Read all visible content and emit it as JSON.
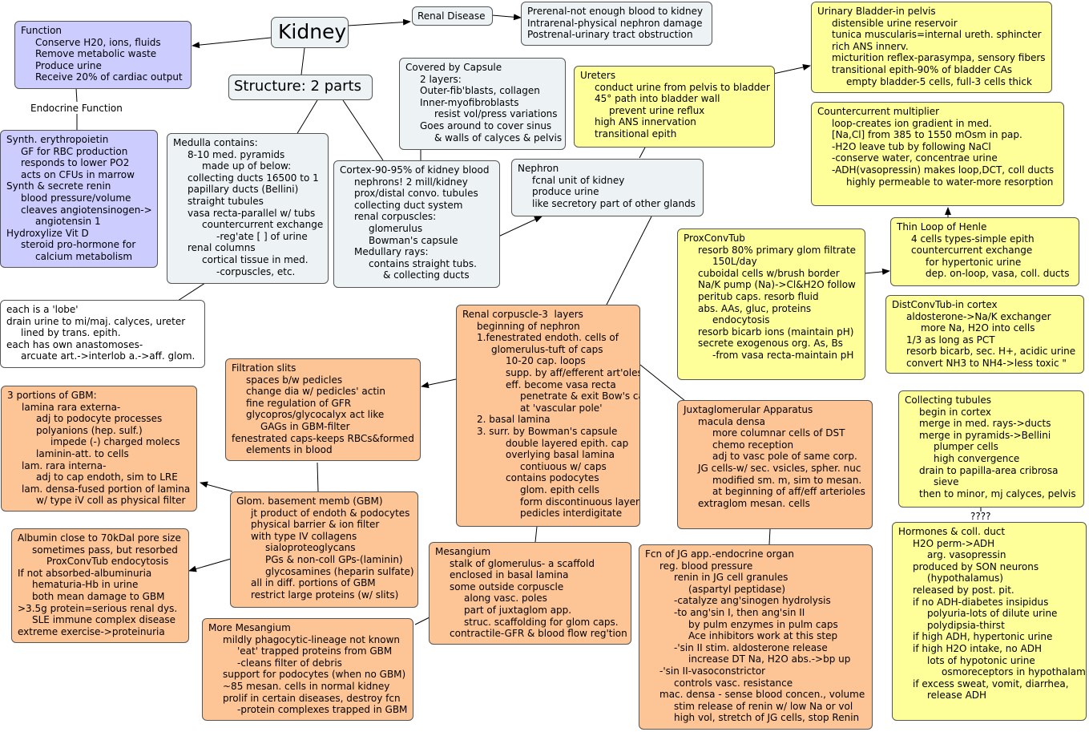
{
  "colors": {
    "blue": "#ccccff",
    "gray": "#edf2f4",
    "orange": "#fdc596",
    "yellow": "#ffff9a"
  },
  "map": {
    "title": "Kidney",
    "structure": "Structure: 2 parts",
    "renal_disease": "Renal Disease",
    "endocrine_label": "Endocrine Function",
    "question_label": "????",
    "nodes": {
      "function": [
        {
          "t": "Function",
          "i": 0
        },
        {
          "t": "Conserve H20, ions, fluids",
          "i": 1
        },
        {
          "t": "Remove metabolic waste",
          "i": 1
        },
        {
          "t": "Produce urine",
          "i": 1
        },
        {
          "t": "Receive 20% of cardiac output",
          "i": 1
        }
      ],
      "endocrine": [
        {
          "t": "Synth. erythropoietin",
          "i": 0
        },
        {
          "t": "GF for RBC production",
          "i": 1
        },
        {
          "t": "responds to lower PO2",
          "i": 1
        },
        {
          "t": "acts on CFUs in marrow",
          "i": 1
        },
        {
          "t": "Synth & secrete renin",
          "i": 0
        },
        {
          "t": "blood pressure/volume",
          "i": 1
        },
        {
          "t": "cleaves angiotensinogen->",
          "i": 1
        },
        {
          "t": "angiotensin 1",
          "i": 2
        },
        {
          "t": "Hydroxylize Vit D",
          "i": 0
        },
        {
          "t": "steroid pro-hormone for",
          "i": 1
        },
        {
          "t": "calcium metabolism",
          "i": 2
        }
      ],
      "renal_disease_detail": [
        {
          "t": "Prerenal-not enough blood to kidney",
          "i": 0
        },
        {
          "t": "Intrarenal-physical nephron damage",
          "i": 0
        },
        {
          "t": "Postrenal-urinary tract obstruction",
          "i": 0
        }
      ],
      "capsule": [
        {
          "t": "Covered by Capsule",
          "i": 0
        },
        {
          "t": "2 layers:",
          "i": 1
        },
        {
          "t": "Outer-fib'blasts, collagen",
          "i": 1
        },
        {
          "t": "Inner-myofibroblasts",
          "i": 1
        },
        {
          "t": "resist vol/press variations",
          "i": 2
        },
        {
          "t": "Goes around to cover sinus",
          "i": 1
        },
        {
          "t": "& walls of calyces & pelvis",
          "i": 2
        }
      ],
      "medulla": [
        {
          "t": "Medulla contains:",
          "i": 0
        },
        {
          "t": "8-10 med. pyramids",
          "i": 1
        },
        {
          "t": "made up of below:",
          "i": 2
        },
        {
          "t": "collecting ducts 16500 to 1",
          "i": 1
        },
        {
          "t": "papillary ducts (Bellini)",
          "i": 1
        },
        {
          "t": "straight tubules",
          "i": 1
        },
        {
          "t": "vasa recta-parallel w/ tubs",
          "i": 1
        },
        {
          "t": "countercurrent exchange",
          "i": 2
        },
        {
          "t": "-reg'ate [ ] of urine",
          "i": 3
        },
        {
          "t": "renal columns",
          "i": 1
        },
        {
          "t": "cortical tissue in med.",
          "i": 2
        },
        {
          "t": "-corpuscles, etc.",
          "i": 3
        }
      ],
      "cortex": [
        {
          "t": "Cortex-90-95% of kidney blood",
          "i": 0
        },
        {
          "t": "nephrons! 2 mill/kidney",
          "i": 1
        },
        {
          "t": "prox/distal convo. tubules",
          "i": 1
        },
        {
          "t": "collecting duct system",
          "i": 1
        },
        {
          "t": "renal corpuscles:",
          "i": 1
        },
        {
          "t": "glomerulus",
          "i": 2
        },
        {
          "t": "Bowman's capsule",
          "i": 2
        },
        {
          "t": "Medullary rays:",
          "i": 1
        },
        {
          "t": "contains straight tubs.",
          "i": 2
        },
        {
          "t": "& collecting ducts",
          "i": 3
        }
      ],
      "lobe": [
        {
          "t": "each is a 'lobe'",
          "i": 0
        },
        {
          "t": "drain urine to mi/maj. calyces, ureter",
          "i": 0
        },
        {
          "t": "lined by trans. epith.",
          "i": 1
        },
        {
          "t": "each has own anastomoses-",
          "i": 0
        },
        {
          "t": "arcuate art.->interlob a.->aff. glom.",
          "i": 1
        }
      ],
      "ureters": [
        {
          "t": "Ureters",
          "i": 0
        },
        {
          "t": "conduct urine from pelvis to bladder",
          "i": 1
        },
        {
          "t": "45° path into bladder wall",
          "i": 1
        },
        {
          "t": "prevent urine reflux",
          "i": 2
        },
        {
          "t": "high ANS innervation",
          "i": 1
        },
        {
          "t": "transitional epith",
          "i": 1
        }
      ],
      "bladder": [
        {
          "t": "Urinary Bladder-in pelvis",
          "i": 0
        },
        {
          "t": "distensible urine reservoir",
          "i": 1
        },
        {
          "t": "tunica muscularis=internal ureth. sphincter",
          "i": 1
        },
        {
          "t": "rich ANS innerv.",
          "i": 1
        },
        {
          "t": "micturition reflex-parasympa, sensory fibers",
          "i": 1
        },
        {
          "t": "transitional epith-90% of bladder CAs",
          "i": 1
        },
        {
          "t": "empty bladder-5 cells, full-3 cells thick",
          "i": 2
        }
      ],
      "countercurrent": [
        {
          "t": "Countercurrent multiplier",
          "i": 0
        },
        {
          "t": "loop-creates ion gradient in med.",
          "i": 1
        },
        {
          "t": "[Na,Cl] from 385 to 1550 mOsm in pap.",
          "i": 1
        },
        {
          "t": "-H2O leave tub by following NaCl",
          "i": 1
        },
        {
          "t": "-conserve water, concentrae urine",
          "i": 1
        },
        {
          "t": "-ADH(vasopressin) makes loop,DCT, coll ducts",
          "i": 1
        },
        {
          "t": "highly permeable to water-more resorption",
          "i": 2
        }
      ],
      "nephron": [
        {
          "t": "Nephron",
          "i": 0
        },
        {
          "t": "fcnal unit of kidney",
          "i": 1
        },
        {
          "t": "produce urine",
          "i": 1
        },
        {
          "t": "like secretory part of other glands",
          "i": 1
        }
      ],
      "proxconv": [
        {
          "t": "ProxConvTub",
          "i": 0
        },
        {
          "t": "resorb 80% primary glom filtrate",
          "i": 1
        },
        {
          "t": "150L/day",
          "i": 2
        },
        {
          "t": "cuboidal cells w/brush border",
          "i": 1
        },
        {
          "t": "Na/K pump (Na)->Cl&H2O follow",
          "i": 1
        },
        {
          "t": "peritub caps. resorb fluid",
          "i": 1
        },
        {
          "t": "abs. AAs, gluc, proteins",
          "i": 1
        },
        {
          "t": "endocytosis",
          "i": 2
        },
        {
          "t": "resorb bicarb ions (maintain pH)",
          "i": 1
        },
        {
          "t": "secrete exogenous org. As, Bs",
          "i": 1
        },
        {
          "t": "-from vasa recta-maintain pH",
          "i": 2
        }
      ],
      "thinloop": [
        {
          "t": "Thin Loop of Henle",
          "i": 0
        },
        {
          "t": "4 cells types-simple epith",
          "i": 1
        },
        {
          "t": "countercurrent exchange",
          "i": 1
        },
        {
          "t": "for hypertonic urine",
          "i": 2
        },
        {
          "t": "dep. on-loop, vasa, coll. ducts",
          "i": 2
        }
      ],
      "distconv": [
        {
          "t": "DistConvTub-in cortex",
          "i": 0
        },
        {
          "t": "aldosterone->Na/K exchanger",
          "i": 1
        },
        {
          "t": "more Na, H2O into cells",
          "i": 2
        },
        {
          "t": "1/3 as long as PCT",
          "i": 1
        },
        {
          "t": "resorb bicarb, sec. H+, acidic urine",
          "i": 1
        },
        {
          "t": "convert NH3 to NH4->less toxic \"",
          "i": 1
        }
      ],
      "collecting": [
        {
          "t": "Collecting tubules",
          "i": 0
        },
        {
          "t": "begin in cortex",
          "i": 1
        },
        {
          "t": "merge in med. rays->ducts",
          "i": 1
        },
        {
          "t": "merge in pyramids->Bellini",
          "i": 1
        },
        {
          "t": "plumper cells",
          "i": 2
        },
        {
          "t": "high convergence",
          "i": 2
        },
        {
          "t": "drain to papilla-area cribrosa",
          "i": 1
        },
        {
          "t": "sieve",
          "i": 2
        },
        {
          "t": "then to minor, mj calyces, pelvis",
          "i": 1
        }
      ],
      "hormones": [
        {
          "t": "Hormones & coll. duct",
          "i": 0
        },
        {
          "t": "H2O perm->ADH",
          "i": 1
        },
        {
          "t": "arg. vasopressin",
          "i": 2
        },
        {
          "t": "produced by SON neurons",
          "i": 1
        },
        {
          "t": "(hypothalamus)",
          "i": 2
        },
        {
          "t": "released by post. pit.",
          "i": 1
        },
        {
          "t": "if no ADH-diabetes insipidus",
          "i": 1
        },
        {
          "t": "polyuria-lots of dilute urine",
          "i": 2
        },
        {
          "t": "polydipsia-thirst",
          "i": 2
        },
        {
          "t": "if high ADH, hypertonic urine",
          "i": 1
        },
        {
          "t": "if high H2O intake, no ADH",
          "i": 1
        },
        {
          "t": "lots of hypotonic urine",
          "i": 2
        },
        {
          "t": "osmoreceptors in hypothalamus",
          "i": 3
        },
        {
          "t": "if excess sweat, vomit, diarrhea,",
          "i": 1
        },
        {
          "t": "release ADH",
          "i": 2
        }
      ],
      "corpuscle": [
        {
          "t": "Renal corpuscle-3  layers",
          "i": 0
        },
        {
          "t": "beginning of nephron",
          "i": 1
        },
        {
          "t": "1.fenestrated endoth. cells of",
          "i": 1
        },
        {
          "t": "glomerulus-tuft of caps",
          "i": 2
        },
        {
          "t": "10-20 cap. loops",
          "i": 3
        },
        {
          "t": "supp. by aff/efferent art'oles",
          "i": 3
        },
        {
          "t": "eff. become vasa recta",
          "i": 3
        },
        {
          "t": "penetrate & exit Bow's cap",
          "i": 4
        },
        {
          "t": "at 'vascular pole'",
          "i": 4
        },
        {
          "t": "2. basal lamina",
          "i": 1
        },
        {
          "t": "3. surr. by Bowman's capsule",
          "i": 1
        },
        {
          "t": "double layered epith. cap",
          "i": 3
        },
        {
          "t": "overlying basal lamina",
          "i": 3
        },
        {
          "t": "contiuous w/ caps",
          "i": 4
        },
        {
          "t": "contains podocytes",
          "i": 3
        },
        {
          "t": "glom. epith cells",
          "i": 4
        },
        {
          "t": "form discontinuous layer",
          "i": 4
        },
        {
          "t": "pedicles interdigitate",
          "i": 4
        }
      ],
      "filtration": [
        {
          "t": "Filtration slits",
          "i": 0
        },
        {
          "t": "spaces b/w pedicles",
          "i": 1
        },
        {
          "t": "change dia w/ pedicles' actin",
          "i": 1
        },
        {
          "t": "fine regulation of GFR",
          "i": 1
        },
        {
          "t": "glycopros/glycocalyx act like",
          "i": 1
        },
        {
          "t": "GAGs in GBM-filter",
          "i": 2
        },
        {
          "t": "fenestrated caps-keeps RBCs&formed",
          "i": 0
        },
        {
          "t": "elements in blood",
          "i": 1
        }
      ],
      "gbm3": [
        {
          "t": "3 portions of GBM:",
          "i": 0
        },
        {
          "t": "lamina rara externa-",
          "i": 1
        },
        {
          "t": "adj to podocyte processes",
          "i": 2
        },
        {
          "t": "polyanions (hep. sulf.)",
          "i": 2
        },
        {
          "t": "impede (-) charged molecs",
          "i": 3
        },
        {
          "t": "laminin-att. to cells",
          "i": 2
        },
        {
          "t": "lam. rara interna-",
          "i": 1
        },
        {
          "t": "adj to cap endoth, sim to LRE",
          "i": 2
        },
        {
          "t": "lam. densa-fused portion of lamina",
          "i": 1
        },
        {
          "t": "w/ type iV coll as physical filter",
          "i": 2
        }
      ],
      "gbm": [
        {
          "t": "Glom. basement memb (GBM)",
          "i": 0
        },
        {
          "t": "jt product of endoth & podocytes",
          "i": 1
        },
        {
          "t": "physical barrier & ion filter",
          "i": 1
        },
        {
          "t": "with type IV collagens",
          "i": 1
        },
        {
          "t": "sialoproteoglycans",
          "i": 2
        },
        {
          "t": "PGs & non-coll GPs-(laminin)",
          "i": 2
        },
        {
          "t": "glycosamines (heparin sulfate)",
          "i": 2
        },
        {
          "t": "all in diff. portions of GBM",
          "i": 1
        },
        {
          "t": "restrict large proteins (w/ slits)",
          "i": 1
        }
      ],
      "albumin": [
        {
          "t": "Albumin close to 70kDal pore size",
          "i": 0
        },
        {
          "t": "sometimes pass, but resorbed",
          "i": 1
        },
        {
          "t": "ProxConvTub endocytosis",
          "i": 2
        },
        {
          "t": "If not absorbed-albuminuria",
          "i": 0
        },
        {
          "t": "hematuria-Hb in urine",
          "i": 1
        },
        {
          "t": "both mean damage to GBM",
          "i": 1
        },
        {
          "t": ">3.5g protein=serious renal dys.",
          "i": 0
        },
        {
          "t": "SLE immune complex disease",
          "i": 1
        },
        {
          "t": "extreme exercise->proteinuria",
          "i": 0
        }
      ],
      "mesangium": [
        {
          "t": "Mesangium",
          "i": 0
        },
        {
          "t": "stalk of glomerulus- a scaffold",
          "i": 1
        },
        {
          "t": "enclosed in basal lamina",
          "i": 1
        },
        {
          "t": "some outside corpuscle",
          "i": 1
        },
        {
          "t": "along vasc. poles",
          "i": 2
        },
        {
          "t": "part of juxtaglom app.",
          "i": 2
        },
        {
          "t": "struc. scaffolding for glom caps.",
          "i": 2
        },
        {
          "t": "contractile-GFR & blood flow reg'tion",
          "i": 1
        }
      ],
      "more_mesangium": [
        {
          "t": "More Mesangium",
          "i": 0
        },
        {
          "t": "mildly phagocytic-lineage not known",
          "i": 1
        },
        {
          "t": "'eat' trapped proteins from GBM",
          "i": 2
        },
        {
          "t": "-cleans filter of debris",
          "i": 2
        },
        {
          "t": "support for podocytes (when no GBM)",
          "i": 1
        },
        {
          "t": "~85 mesan. cells in normal kidney",
          "i": 1
        },
        {
          "t": "prolif in certain diseases, destroy fcn",
          "i": 1
        },
        {
          "t": "-protein complexes trapped in GBM",
          "i": 2
        }
      ],
      "juxta": [
        {
          "t": "Juxtaglomerular Apparatus",
          "i": 0
        },
        {
          "t": "macula densa",
          "i": 1
        },
        {
          "t": "more columnar cells of DST",
          "i": 2
        },
        {
          "t": "chemo reception",
          "i": 2
        },
        {
          "t": "adj to vasc pole of same corp.",
          "i": 2
        },
        {
          "t": "JG cells-w/ sec. vsicles, spher. nuc",
          "i": 1
        },
        {
          "t": "modified sm. m, sim to mesan.",
          "i": 2
        },
        {
          "t": "at beginning of aff/eff arterioles",
          "i": 2
        },
        {
          "t": "extraglom mesan. cells",
          "i": 1
        }
      ],
      "jg_fcn": [
        {
          "t": "Fcn of JG app.-endocrine organ",
          "i": 0
        },
        {
          "t": "reg. blood pressure",
          "i": 1
        },
        {
          "t": "renin in JG cell granules",
          "i": 2
        },
        {
          "t": "(aspartyl peptidase)",
          "i": 3
        },
        {
          "t": "-catalyze ang'sinogen hydrolysis",
          "i": 2
        },
        {
          "t": "-to ang'sin I, then ang'sin II",
          "i": 2
        },
        {
          "t": "by pulm enzymes in pulm caps",
          "i": 3
        },
        {
          "t": "Ace inhibitors work at this step",
          "i": 3
        },
        {
          "t": "-'sin II stim. aldosterone release",
          "i": 2
        },
        {
          "t": "increase DT Na, H2O abs.->bp up",
          "i": 3
        },
        {
          "t": "-'sin II-vasoconstrictor",
          "i": 1
        },
        {
          "t": "controls vasc. resistance",
          "i": 2
        },
        {
          "t": "mac. densa - sense blood concen., volume",
          "i": 1
        },
        {
          "t": "stim release of renin w/ low Na or vol",
          "i": 2
        },
        {
          "t": "high vol, stretch of JG cells, stop Renin",
          "i": 2
        }
      ]
    }
  }
}
